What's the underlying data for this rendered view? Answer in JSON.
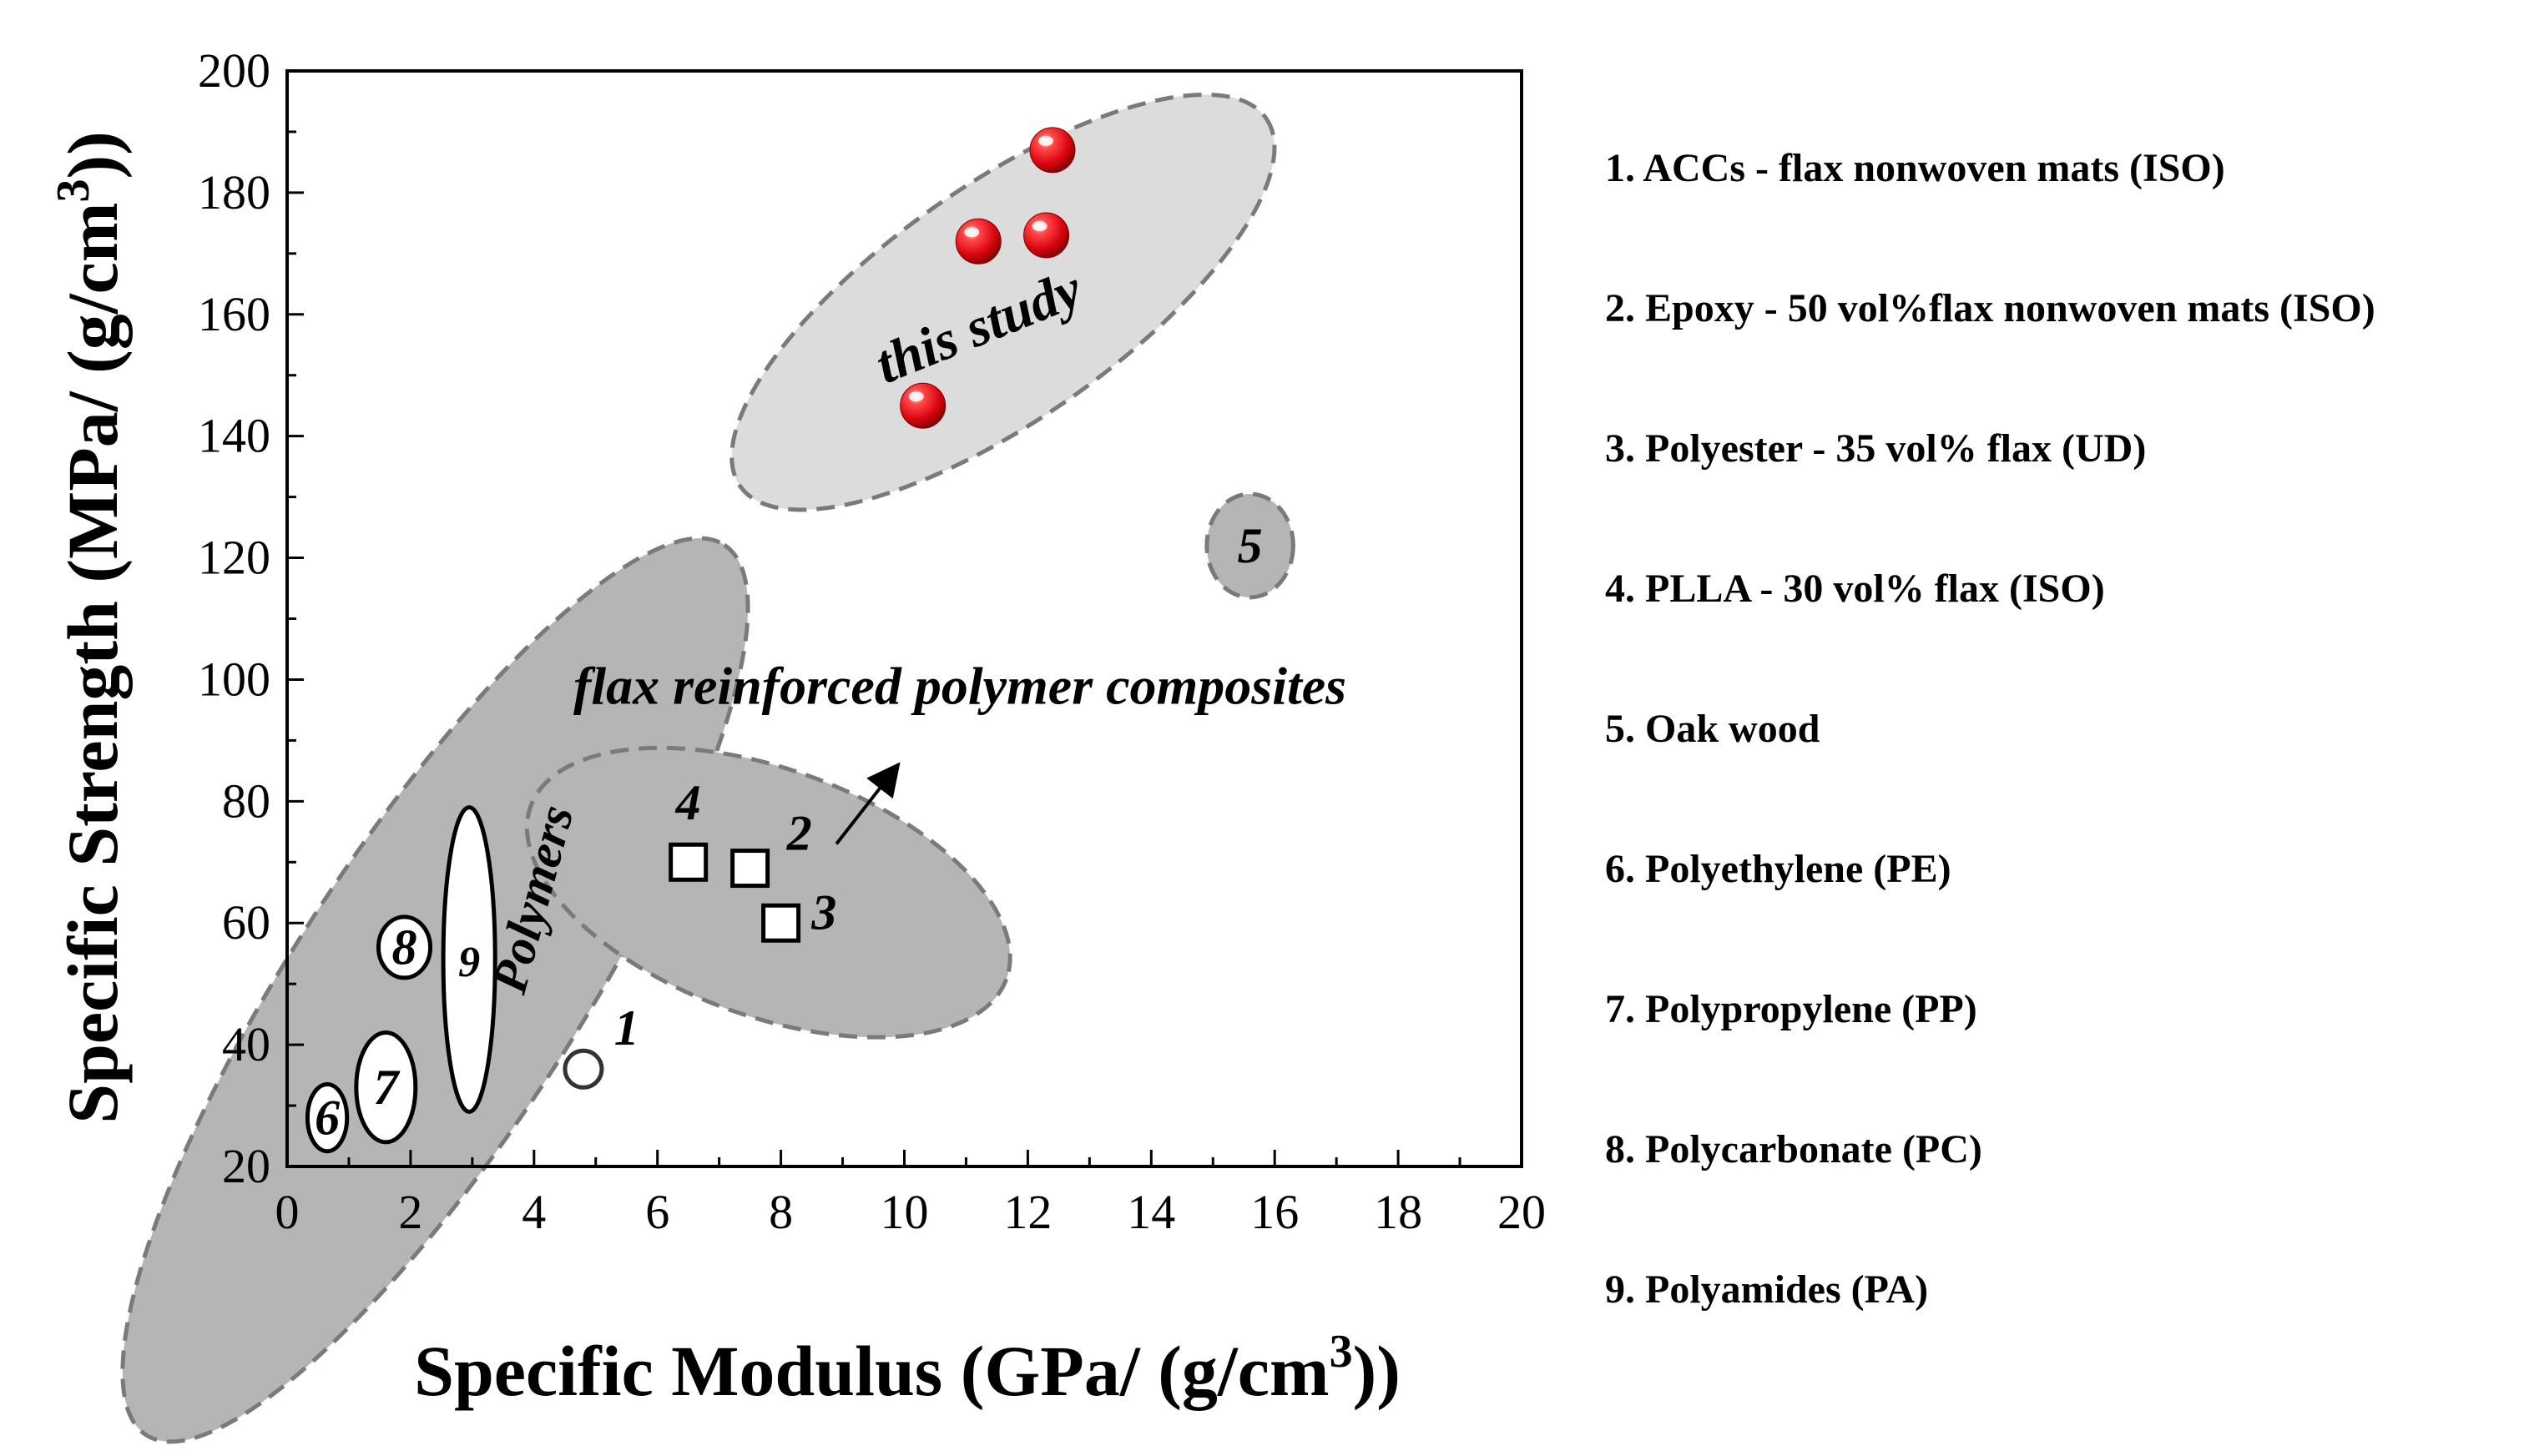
{
  "chart_data": {
    "type": "scatter",
    "xlabel": "Specific Modulus (GPa/ (g/cm",
    "xlabel_sup": "3",
    "xlabel_end": "))",
    "ylabel": "Specific Strength (MPa/ (g/cm",
    "ylabel_sup": "3",
    "ylabel_end": "))",
    "xlim": [
      0,
      20
    ],
    "ylim": [
      20,
      200
    ],
    "x_ticks": [
      0,
      2,
      4,
      6,
      8,
      10,
      12,
      14,
      16,
      18,
      20
    ],
    "y_ticks": [
      20,
      40,
      60,
      80,
      100,
      120,
      140,
      160,
      180,
      200
    ],
    "grid": false,
    "this_study_points": [
      {
        "x": 10.3,
        "y": 145
      },
      {
        "x": 11.2,
        "y": 172
      },
      {
        "x": 12.3,
        "y": 173
      },
      {
        "x": 12.4,
        "y": 187
      }
    ],
    "composite_points": [
      {
        "id": "4",
        "x": 6.5,
        "y": 70
      },
      {
        "id": "2",
        "x": 7.5,
        "y": 69
      },
      {
        "id": "3",
        "x": 8.0,
        "y": 60
      }
    ],
    "circle_points": [
      {
        "id": "1",
        "x": 4.8,
        "y": 36
      }
    ],
    "small_ellipses": [
      {
        "id": "6",
        "cx": 0.65,
        "cy": 28,
        "rx": 0.32,
        "ry": 5.5
      },
      {
        "id": "7",
        "cx": 1.6,
        "cy": 33,
        "rx": 0.48,
        "ry": 9
      },
      {
        "id": "8",
        "cx": 1.9,
        "cy": 56,
        "rx": 0.42,
        "ry": 5
      },
      {
        "id": "9",
        "cx": 2.95,
        "cy": 54,
        "rx": 0.42,
        "ry": 25
      }
    ],
    "regions": [
      {
        "name": "this-study",
        "label": "this study",
        "cx": 11.6,
        "cy": 162,
        "rx": 5.2,
        "ry": 1.9,
        "angle": -35,
        "fill": "#dcdcdc"
      },
      {
        "name": "polymers",
        "label": "Polymers",
        "cx": 2.4,
        "cy": 49,
        "rx": 8.6,
        "ry": 2.3,
        "angle": -57,
        "fill": "#b5b5b5"
      },
      {
        "name": "composites",
        "label": "",
        "cx": 7.8,
        "cy": 65,
        "rx": 4.1,
        "ry": 2.0,
        "angle": 20,
        "fill": "#b5b5b5"
      },
      {
        "name": "oak-wood",
        "label": "5",
        "cx": 15.6,
        "cy": 122,
        "rx": 0.7,
        "ry": 8.5,
        "angle": 0,
        "fill": "#b5b5b5"
      }
    ],
    "point_labels": [
      {
        "text": "1",
        "x": 5.5,
        "y": 40
      },
      {
        "text": "2",
        "x": 8.3,
        "y": 72
      },
      {
        "text": "3",
        "x": 8.7,
        "y": 59
      },
      {
        "text": "4",
        "x": 6.5,
        "y": 77
      }
    ],
    "annotation": {
      "text": "flax reinforced polymer composites",
      "x": 10.9,
      "y": 96,
      "arrow_from": {
        "x": 8.9,
        "y": 73
      },
      "arrow_to": {
        "x": 9.9,
        "y": 86
      }
    },
    "legend": {
      "placement": "right",
      "items": [
        "1. ACCs - flax nonwoven mats (ISO)",
        "2. Epoxy - 50 vol%flax nonwoven mats (ISO)",
        "3. Polyester - 35 vol% flax (UD)",
        "4. PLLA - 30 vol% flax (ISO)",
        "5. Oak wood",
        "6. Polyethylene (PE)",
        "7. Polypropylene (PP)",
        "8. Polycarbonate (PC)",
        "9. Polyamides (PA)"
      ]
    },
    "colors": {
      "this_study_point": "#e8101a",
      "this_study_highlight": "#ffd0d0",
      "region_border": "#7a7a7a",
      "axis": "#000000"
    }
  }
}
